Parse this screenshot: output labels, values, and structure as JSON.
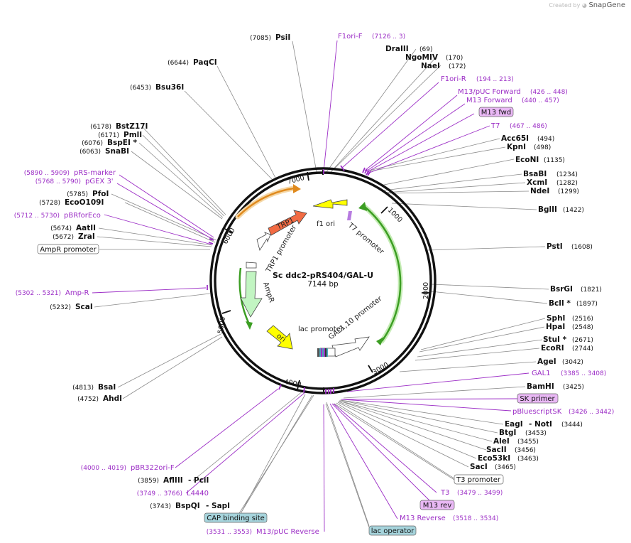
{
  "credit": {
    "prefix": "Created by",
    "brand": "SnapGene"
  },
  "plasmid": {
    "name": "Sc ddc2-pRS404/GAL-U",
    "length_label": "7144 bp",
    "length": 7144
  },
  "ticks": [
    "1000",
    "2000",
    "3000",
    "4000",
    "5000",
    "6000",
    "7000"
  ],
  "colors": {
    "primer": "#9c2ec6",
    "site": "#111111",
    "backbone": "#111111",
    "cap_box": "#a6d4dc",
    "primer_box": "#e9b8f5"
  },
  "sites": [
    {
      "name": "PsiI",
      "pos": "(7085)"
    },
    {
      "name": "DraIII",
      "pos": "(69)"
    },
    {
      "name": "NgoMIV",
      "pos": "(170)"
    },
    {
      "name": "NaeI",
      "pos": "(172)"
    },
    {
      "name": "PaqCI",
      "pos": "(6644)"
    },
    {
      "name": "Bsu36I",
      "pos": "(6453)"
    },
    {
      "name": "BstZ17I",
      "pos": "(6178)"
    },
    {
      "name": "PmlI",
      "pos": "(6171)"
    },
    {
      "name": "BspEI *",
      "pos": "(6076)"
    },
    {
      "name": "SnaBI",
      "pos": "(6063)"
    },
    {
      "name": "PfoI",
      "pos": "(5785)"
    },
    {
      "name": "EcoO109I",
      "pos": "(5728)"
    },
    {
      "name": "AatII",
      "pos": "(5674)"
    },
    {
      "name": "ZraI",
      "pos": "(5672)"
    },
    {
      "name": "ScaI",
      "pos": "(5232)"
    },
    {
      "name": "BsaI",
      "pos": "(4813)"
    },
    {
      "name": "AhdI",
      "pos": "(4752)"
    },
    {
      "name": "Acc65I",
      "pos": "(494)"
    },
    {
      "name": "KpnI",
      "pos": "(498)"
    },
    {
      "name": "EcoNI",
      "pos": "(1135)"
    },
    {
      "name": "BsaBI",
      "pos": "(1234)"
    },
    {
      "name": "XcmI",
      "pos": "(1282)"
    },
    {
      "name": "NdeI",
      "pos": "(1299)"
    },
    {
      "name": "BglII",
      "pos": "(1422)"
    },
    {
      "name": "PstI",
      "pos": "(1608)"
    },
    {
      "name": "BsrGI",
      "pos": "(1821)"
    },
    {
      "name": "BclI *",
      "pos": "(1897)"
    },
    {
      "name": "SphI",
      "pos": "(2516)"
    },
    {
      "name": "HpaI",
      "pos": "(2548)"
    },
    {
      "name": "StuI *",
      "pos": "(2671)"
    },
    {
      "name": "EcoRI",
      "pos": "(2744)"
    },
    {
      "name": "AgeI",
      "pos": "(3042)"
    },
    {
      "name": "BamHI",
      "pos": "(3425)"
    },
    {
      "name": "BtgI",
      "pos": "(3453)"
    },
    {
      "name": "AleI",
      "pos": "(3455)"
    },
    {
      "name": "SacII",
      "pos": "(3456)"
    },
    {
      "name": "Eco53kI",
      "pos": "(3463)"
    },
    {
      "name": "SacI",
      "pos": "(3465)"
    }
  ],
  "combined_sites": [
    {
      "a": "EagI",
      "b": "- NotI",
      "pos": "(3444)"
    },
    {
      "a": "AflIII",
      "b": "- PciI",
      "pos": "(3859)"
    },
    {
      "a": "BspQI",
      "b": "- SapI",
      "pos": "(3743)"
    }
  ],
  "primers": [
    {
      "name": "F1ori-F",
      "pos": "(7126 .. 3)"
    },
    {
      "name": "F1ori-R",
      "pos": "(194 .. 213)"
    },
    {
      "name": "M13/pUC Forward",
      "pos": "(426 .. 448)"
    },
    {
      "name": "M13 Forward",
      "pos": "(440 .. 457)"
    },
    {
      "name": "T7",
      "pos": "(467 .. 486)"
    },
    {
      "name": "pRS-marker",
      "pos": "(5890 .. 5909)"
    },
    {
      "name": "pGEX 3'",
      "pos": "(5768 .. 5790)"
    },
    {
      "name": "pBRforEco",
      "pos": "(5712 .. 5730)"
    },
    {
      "name": "Amp-R",
      "pos": "(5302 .. 5321)"
    },
    {
      "name": "GAL1",
      "pos": "(3385 .. 3408)"
    },
    {
      "name": "pBluescriptSK",
      "pos": "(3426 .. 3442)"
    },
    {
      "name": "T3",
      "pos": "(3479 .. 3499)"
    },
    {
      "name": "M13 Reverse",
      "pos": "(3518 .. 3534)"
    },
    {
      "name": "pBR322ori-F",
      "pos": "(4000 .. 4019)"
    },
    {
      "name": "L4440",
      "pos": "(3749 .. 3766)"
    },
    {
      "name": "M13/pUC Reverse",
      "pos": "(3531 .. 3553)"
    }
  ],
  "boxed": [
    {
      "name": "M13 fwd"
    },
    {
      "name": "AmpR promoter"
    },
    {
      "name": "SK primer"
    },
    {
      "name": "T3 promoter"
    },
    {
      "name": "M13 rev"
    },
    {
      "name": "CAP binding site"
    },
    {
      "name": "lac operator"
    }
  ],
  "features": [
    {
      "name": "TRP1"
    },
    {
      "name": "TRP1 promoter"
    },
    {
      "name": "f1 ori"
    },
    {
      "name": "T7 promoter"
    },
    {
      "name": "AmpR"
    },
    {
      "name": "ori"
    },
    {
      "name": "lac promoter"
    },
    {
      "name": "GAL1,10 promoter"
    }
  ]
}
